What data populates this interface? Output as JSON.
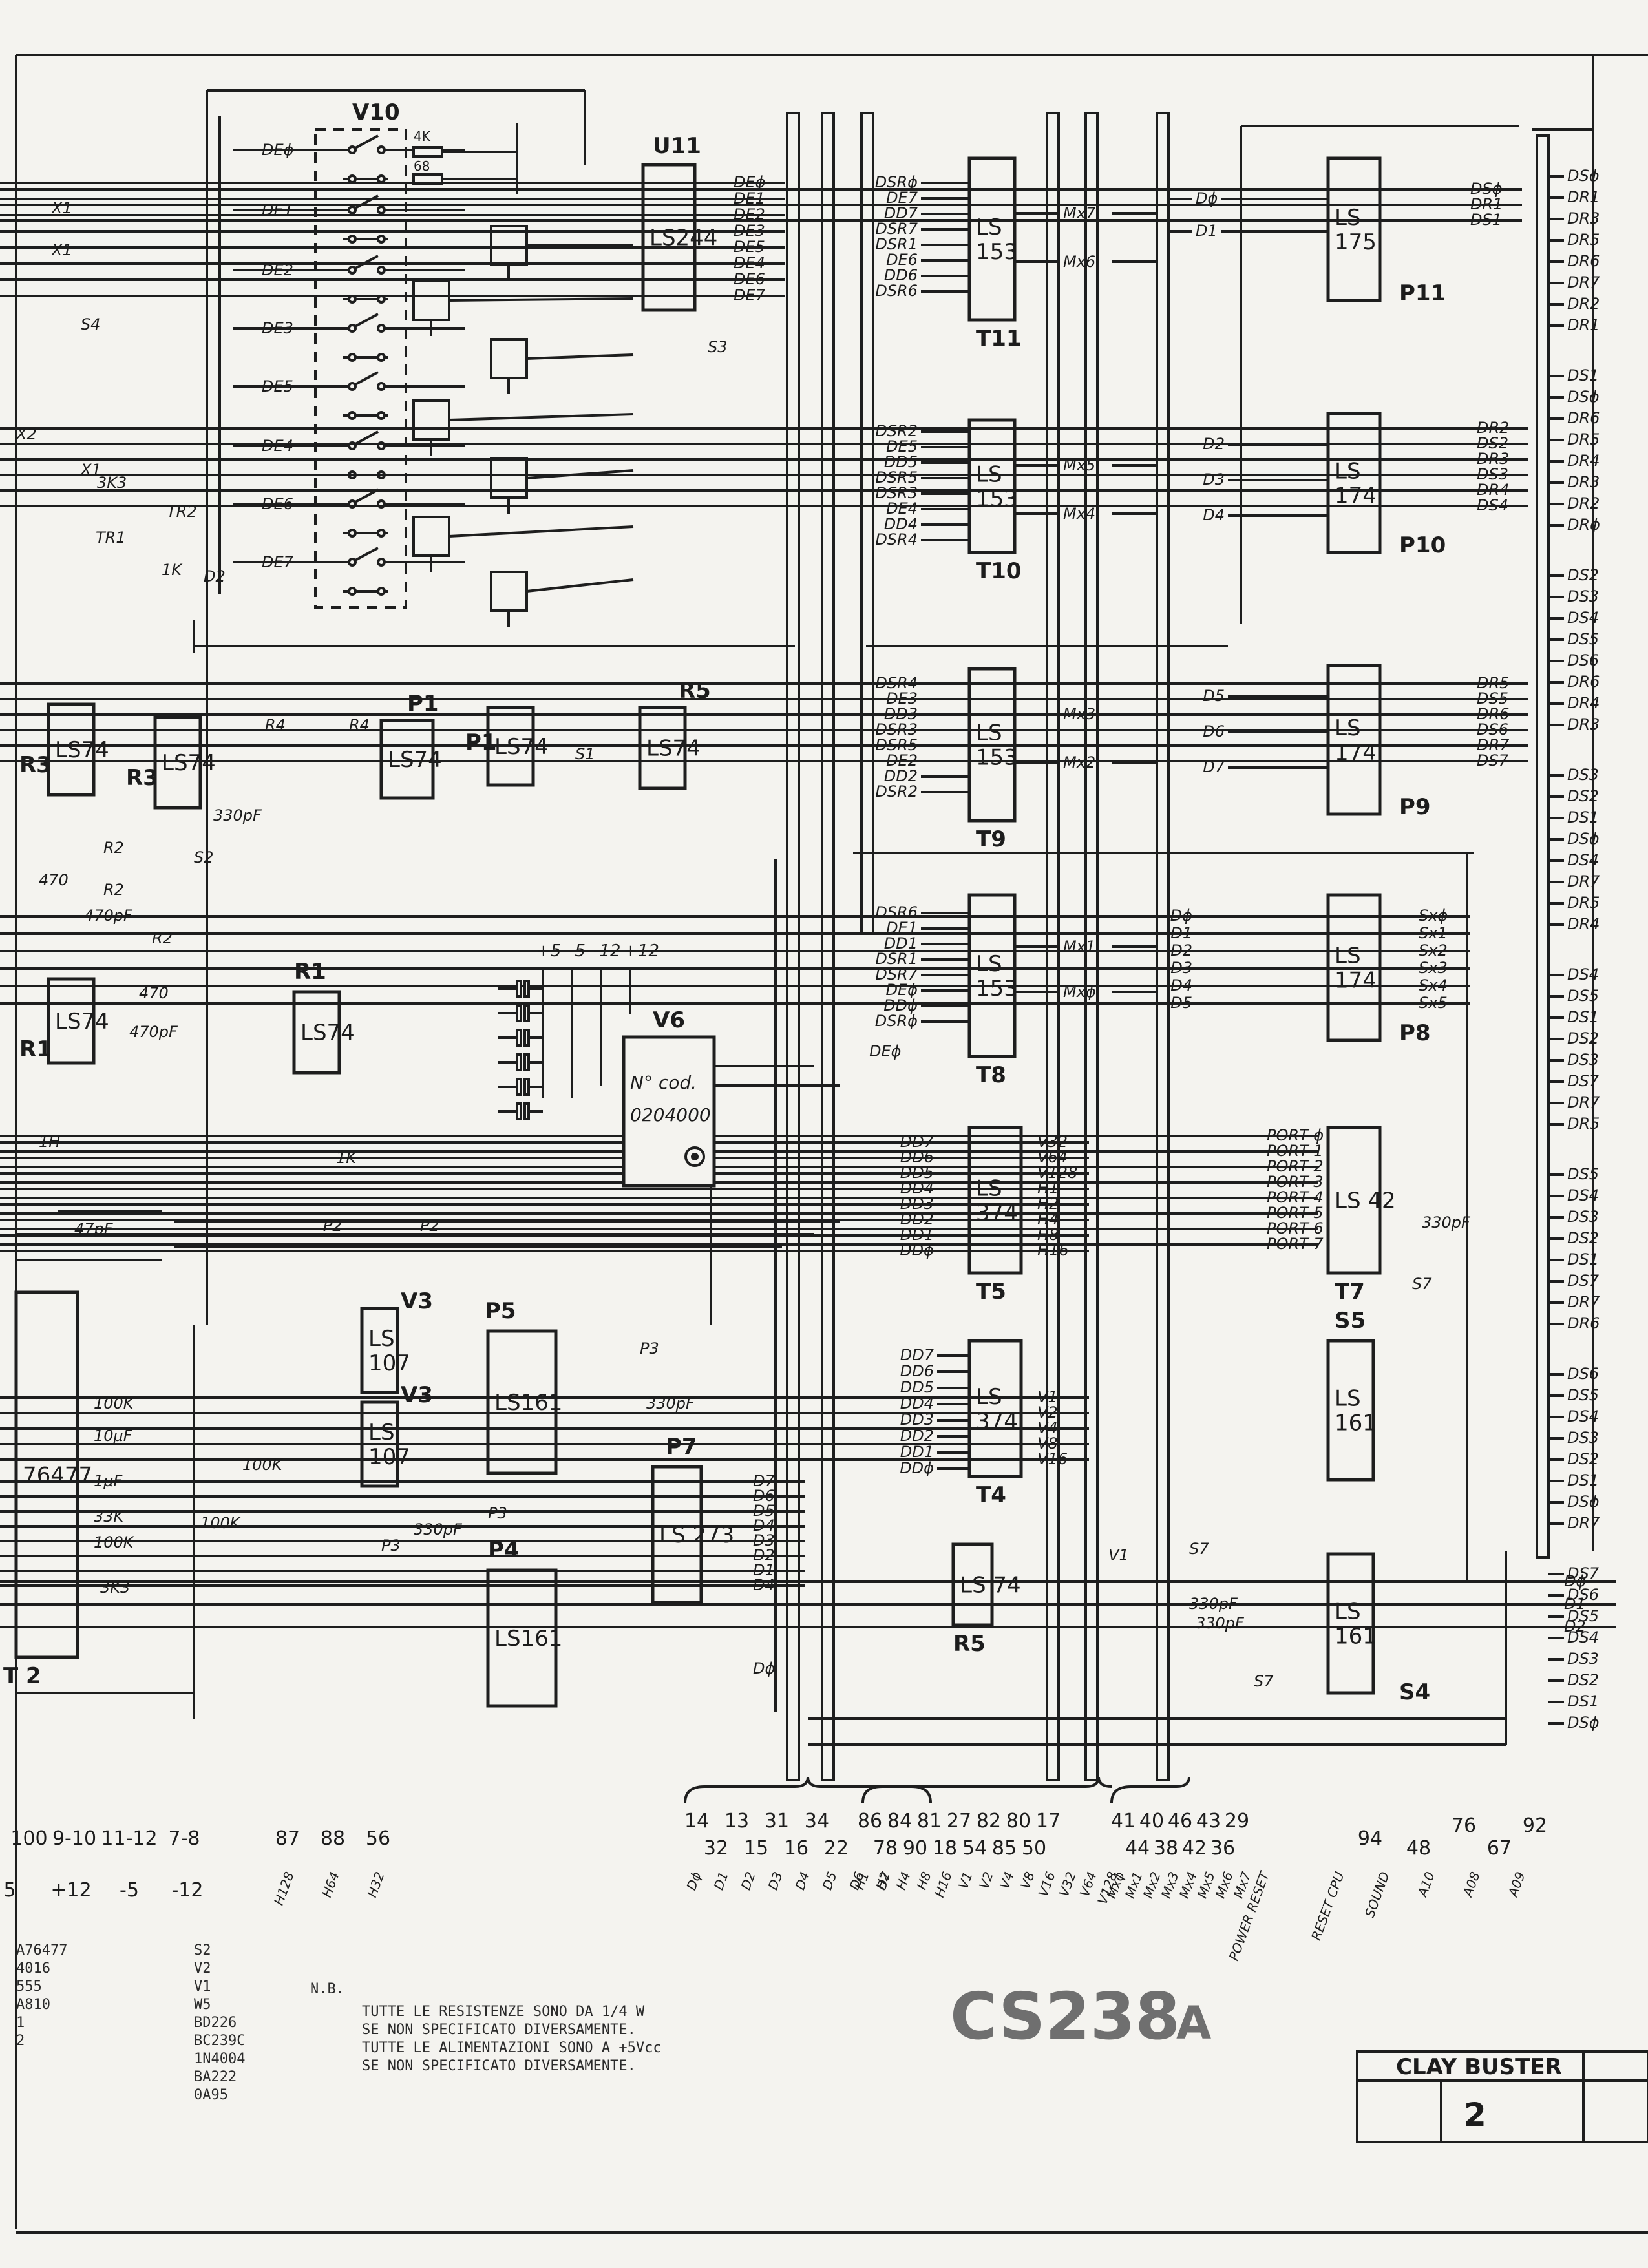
{
  "drawing": {
    "code": "CS238",
    "suffix": "A",
    "title_block": {
      "game": "CLAY BUSTER",
      "sheet": "2"
    }
  },
  "notes": {
    "label": "N.B.",
    "lines": [
      "TUTTE LE RESISTENZE SONO DA 1/4 W",
      "SE NON SPECIFICATO DIVERSAMENTE.",
      "TUTTE LE ALIMENTAZIONI SONO A +5Vcc",
      "SE NON SPECIFICATO DIVERSAMENTE."
    ]
  },
  "parts_list": {
    "left": [
      "A76477",
      "4016",
      "555",
      "A810",
      "1",
      "2",
      "",
      ""
    ],
    "right": [
      "S2",
      "V2",
      "V1",
      "W5",
      "BD226",
      "BC239C",
      "1N4004",
      "BA222",
      "0A95"
    ]
  },
  "dip_switch": {
    "ref": "V10",
    "lines": [
      "DEϕ",
      "DE1",
      "DE2",
      "DE3",
      "DE5",
      "DE4",
      "DE6",
      "DE7"
    ],
    "resistors": [
      "4K",
      "68"
    ]
  },
  "chips": [
    {
      "id": "u11",
      "ref": "U11",
      "type": "LS244"
    },
    {
      "id": "t11",
      "ref": "T11",
      "type": "LS\n153"
    },
    {
      "id": "t10",
      "ref": "T10",
      "type": "LS\n153"
    },
    {
      "id": "t9",
      "ref": "T9",
      "type": "LS\n153"
    },
    {
      "id": "t8",
      "ref": "T8",
      "type": "LS\n153"
    },
    {
      "id": "t5",
      "ref": "T5",
      "type": "LS\n374"
    },
    {
      "id": "t4",
      "ref": "T4",
      "type": "LS\n374"
    },
    {
      "id": "p11",
      "ref": "P11",
      "type": "LS\n175"
    },
    {
      "id": "p10",
      "ref": "P10",
      "type": "LS\n174"
    },
    {
      "id": "p9",
      "ref": "P9",
      "type": "LS\n174"
    },
    {
      "id": "p8",
      "ref": "P8",
      "type": "LS\n174"
    },
    {
      "id": "t7",
      "ref": "T7",
      "type": "LS 42"
    },
    {
      "id": "s5",
      "ref": "S5",
      "type": "LS\n161"
    },
    {
      "id": "s4",
      "ref": "S4",
      "type": "LS\n161"
    },
    {
      "id": "r5b",
      "ref": "R5",
      "type": "LS 74"
    },
    {
      "id": "p5",
      "ref": "P5",
      "type": "LS161"
    },
    {
      "id": "p4",
      "ref": "P4",
      "type": "LS161"
    },
    {
      "id": "p7",
      "ref": "P7",
      "type": "LS 273"
    },
    {
      "id": "v3a",
      "ref": "V3",
      "type": "LS\n107"
    },
    {
      "id": "v3b",
      "ref": "V3",
      "type": "LS\n107"
    },
    {
      "id": "r3",
      "ref": "R3",
      "type": "LS74"
    },
    {
      "id": "r3b",
      "ref": "R3",
      "type": "LS74"
    },
    {
      "id": "p1a",
      "ref": "P1",
      "type": "LS74"
    },
    {
      "id": "p1b",
      "ref": "P1",
      "type": "LS74"
    },
    {
      "id": "r5a",
      "ref": "R5",
      "type": "LS74"
    },
    {
      "id": "r1a",
      "ref": "R1",
      "type": "LS74"
    },
    {
      "id": "r1b",
      "ref": "R1",
      "type": "LS74"
    },
    {
      "id": "t2",
      "ref": "T 2",
      "type": "76477"
    }
  ],
  "module_v6": {
    "ref": "V6",
    "text": "N° cod.",
    "code": "0204000",
    "rails": [
      "+5",
      "-5",
      "-12",
      "+12"
    ]
  },
  "u11_out": [
    "DEϕ",
    "DE1",
    "DE2",
    "DE3",
    "DE5",
    "DE4",
    "DE6",
    "DE7"
  ],
  "mux_in": {
    "t11": [
      "DSRϕ",
      "DE7",
      "DD7",
      "DSR7",
      "DSR1",
      "DE6",
      "DD6",
      "DSR6"
    ],
    "t10": [
      "DSR2",
      "DE5",
      "DD5",
      "DSR5",
      "DSR3",
      "DE4",
      "DD4",
      "DSR4"
    ],
    "t9": [
      "DSR4",
      "DE3",
      "DD3",
      "DSR3",
      "DSR5",
      "DE2",
      "DD2",
      "DSR2"
    ],
    "t8": [
      "DSR6",
      "DE1",
      "DD1",
      "DSR1",
      "DSR7",
      "DEϕ",
      "DDϕ",
      "DSRϕ"
    ]
  },
  "mux_out": [
    "Mx7",
    "Mx6",
    "Mx5",
    "Mx4",
    "Mx3",
    "Mx2",
    "Mx1",
    "Mxϕ"
  ],
  "t5_in": [
    "DD7",
    "DD6",
    "DD5",
    "DD4",
    "DD3",
    "DD2",
    "DD1",
    "DDϕ"
  ],
  "t5_out": [
    "V32",
    "V64",
    "V128",
    "H1",
    "H2",
    "H4",
    "H8",
    "H16"
  ],
  "t4_in": [
    "DD7",
    "DD6",
    "DD5",
    "DD4",
    "DD3",
    "DD2",
    "DD1",
    "DDϕ"
  ],
  "t4_out": [
    "V1",
    "V2",
    "V4",
    "V8",
    "V16"
  ],
  "p7_out": [
    "D7",
    "D6",
    "D5",
    "D4",
    "D3",
    "D2",
    "D1",
    "D4"
  ],
  "p8_in": [
    "Dϕ",
    "D1",
    "D2",
    "D3",
    "D4",
    "D5"
  ],
  "p8_out": [
    "Sxϕ",
    "Sx1",
    "Sx2",
    "Sx3",
    "Sx4",
    "Sx5"
  ],
  "p11_out": [
    "DSϕ",
    "DR1",
    "DS1"
  ],
  "p10_in": [
    "D2",
    "D3",
    "D4"
  ],
  "p10_out": [
    "DR2",
    "DS2",
    "DR3",
    "DS3",
    "DR4",
    "DS4"
  ],
  "p9_in": [
    "D5",
    "D6",
    "D7"
  ],
  "p9_out": [
    "DR5",
    "DS5",
    "DR6",
    "DS6",
    "DR7",
    "DS7"
  ],
  "t7_in": [
    "PORT ϕ",
    "PORT 1",
    "PORT 2",
    "PORT 3",
    "PORT 4",
    "PORT 5",
    "PORT 6",
    "PORT 7"
  ],
  "right_edge": [
    "DSϕ",
    "DR1",
    "DR3",
    "DR5",
    "DR6",
    "DR7",
    "DR2",
    "DR1",
    "DS1",
    "DSϕ",
    "DR6",
    "DR5",
    "DR4",
    "DR3",
    "DR2",
    "DRϕ",
    "DS2",
    "DS3",
    "DS4",
    "DS5",
    "DS6",
    "DR6",
    "DR4",
    "DR3",
    "DS3",
    "DS2",
    "DS1",
    "DSϕ",
    "DS4",
    "DR7",
    "DR5",
    "DR4",
    "DS4",
    "DS5",
    "DS1",
    "DS2",
    "DS3",
    "DS7",
    "DR7",
    "DR5",
    "DS5",
    "DS4",
    "DS3",
    "DS2",
    "DS1",
    "DS7",
    "DR7",
    "DR6",
    "DS6",
    "DS5",
    "DS4",
    "DS3",
    "DS2",
    "DS1",
    "DSϕ",
    "DR7",
    "DS7",
    "DS6",
    "DS5",
    "DS4",
    "DS3",
    "DS2",
    "DS1",
    "DSϕ"
  ],
  "right_edge_in": [
    "Dϕ",
    "D1",
    "D2"
  ],
  "mid_labels": {
    "d0": "Dϕ",
    "d1": "D1",
    "de0": "DEϕ",
    "d0b": "Dϕ",
    "v1": "V1"
  },
  "connector": {
    "group_a": [
      "14",
      "32",
      "13",
      "15",
      "31",
      "16",
      "34",
      "22"
    ],
    "group_b": [
      "86",
      "78",
      "84",
      "90",
      "81",
      "18",
      "27",
      "54",
      "82",
      "85",
      "80",
      "50",
      "17"
    ],
    "group_c": [
      "41",
      "44",
      "40",
      "38",
      "46",
      "42",
      "43",
      "36",
      "29"
    ],
    "group_d": [
      "94",
      "48",
      "76",
      "67",
      "92"
    ],
    "left": [
      "87",
      "88",
      "56"
    ],
    "power": [
      "100",
      "9-10",
      "11-12",
      "7-8"
    ],
    "power_v": [
      "5",
      "+12",
      "-5",
      "-12"
    ],
    "sig_a": [
      "Dϕ",
      "D1",
      "D2",
      "D3",
      "D4",
      "D5",
      "D6",
      "D7"
    ],
    "sig_b": [
      "H1",
      "H2",
      "H4",
      "H8",
      "H16",
      "V1",
      "V2",
      "V4",
      "V8",
      "V16",
      "V32",
      "V64",
      "V128"
    ],
    "sig_c": [
      "Mxϕ",
      "Mx1",
      "Mx2",
      "Mx3",
      "Mx4",
      "Mx5",
      "Mx6",
      "Mx7",
      "POWER RESET"
    ],
    "sig_d": [
      "RESET CPU",
      "SOUND",
      "A10",
      "A08",
      "A09"
    ],
    "sig_left": [
      "H128",
      "H64",
      "H32"
    ]
  },
  "misc_labels": {
    "x1": "X1",
    "s4": "S4",
    "s3": "S3",
    "s2": "S2",
    "s1": "S1",
    "r4": "R4",
    "r2": "R2",
    "p2": "P2",
    "p3": "P3",
    "s7": "S7",
    "tr1": "TR1",
    "tr2": "TR2",
    "d2": "D2",
    "x2": "X2",
    "r_3k3": "3K3",
    "r_1k": "1K",
    "r_470": "470",
    "c_470pf": "470pF",
    "c_330pf": "330pF",
    "c_47pf": "47pF",
    "c_1u": "1µF",
    "c_10u": "10µF",
    "r_100k": "100K",
    "r_33k": "33K",
    "h1": "1H",
    "c_10uf": "10µF",
    "c_1m": "1µF",
    "r_100": "100K"
  }
}
